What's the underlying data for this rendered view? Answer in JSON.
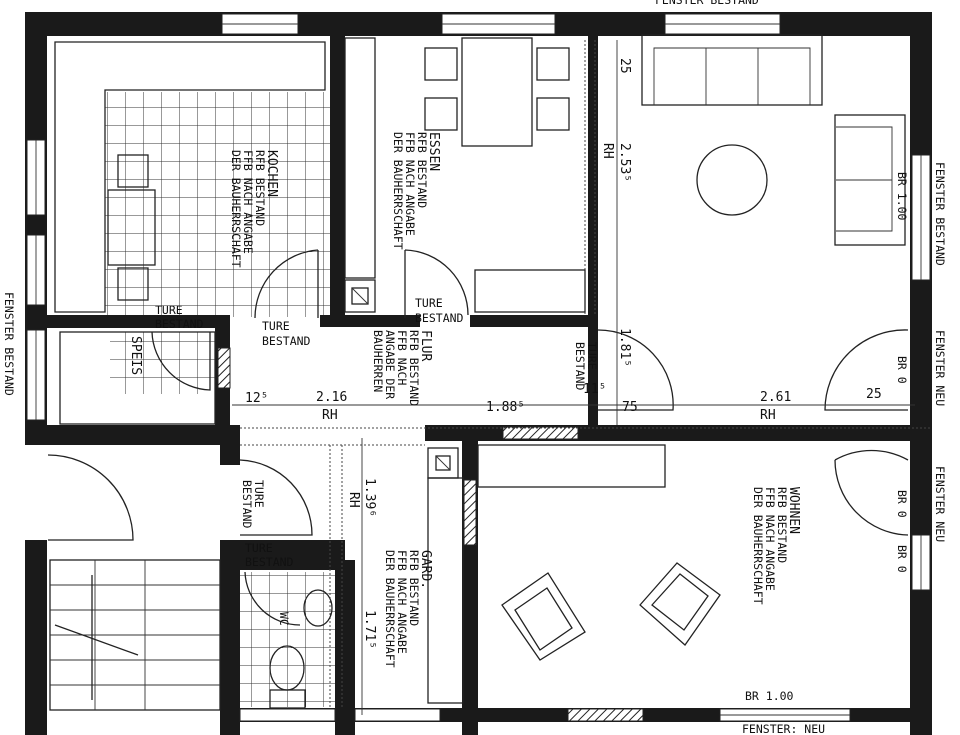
{
  "rooms": {
    "kochen": [
      "KOCHEN",
      "RFB BESTAND",
      "FFB NACH ANGABE",
      "DER BAUHERRSCHAFT"
    ],
    "essen": [
      "ESSEN",
      "RFB BESTAND",
      "FFB NACH ANGABE",
      "DER BAUHERRSCHAFT"
    ],
    "flur": [
      "FLUR",
      "RFB BESTAND",
      "FFB NACH",
      "ANGABE DER",
      "BAUHERREN"
    ],
    "gard": [
      "GARD.",
      "RFB BESTAND",
      "FFB NACH ANGABE",
      "DER BAUHERRSCHAFT"
    ],
    "wohnen": [
      "WOHNEN",
      "RFB BESTAND",
      "FFB NACH ANGABE",
      "DER BAUHERRSCHAFT"
    ],
    "speis": "SPEIS",
    "wc": "WC"
  },
  "doors": {
    "line1": "TURE",
    "line2": "BESTAND"
  },
  "windows": {
    "bestand": "FENSTER BESTAND",
    "neu": "FENSTER NEU",
    "neu_bottom": "FENSTER: NEU"
  },
  "dimensions": {
    "d12": "12⁵",
    "d216": "2.16",
    "rh": "RH",
    "d188": "1.88⁵",
    "d11": "11⁵",
    "d75": "75",
    "d261": "2.61",
    "d25a": "25",
    "d25b": "25",
    "d253": "2.53⁵",
    "d181": "1.81⁵",
    "d139": "1.39⁶",
    "d171": "1.71⁵"
  },
  "parapets": {
    "br100": "BR 1.00",
    "br0": "BR 0"
  }
}
